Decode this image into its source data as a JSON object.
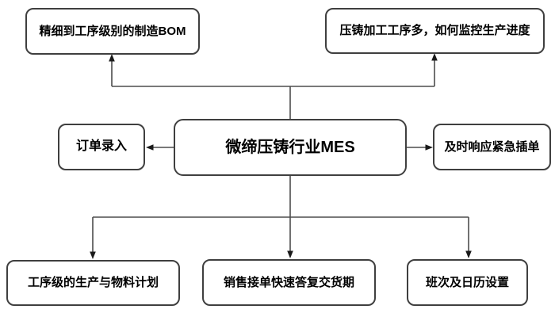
{
  "diagram": {
    "type": "flowchart",
    "center": {
      "label": "微缔压铸行业MES"
    },
    "nodes": {
      "top_left": {
        "label": "精细到工序级别的制造BOM"
      },
      "top_right": {
        "label": "压铸加工工序多，如何监控生产进度"
      },
      "left": {
        "label": "订单录入"
      },
      "right": {
        "label": "及时响应紧急插单"
      },
      "bottom_left": {
        "label": "工序级的生产与物料计划"
      },
      "bottom_mid": {
        "label": "销售接单快速答复交货期"
      },
      "bottom_right": {
        "label": "班次及日历设置"
      }
    },
    "edges": [
      {
        "from": "center",
        "to": "top_left",
        "arrow": "into-target"
      },
      {
        "from": "center",
        "to": "top_right",
        "arrow": "into-target"
      },
      {
        "from": "center",
        "to": "left",
        "arrow": "into-target"
      },
      {
        "from": "center",
        "to": "right",
        "arrow": "into-target"
      },
      {
        "from": "center",
        "to": "bottom_left",
        "arrow": "into-target"
      },
      {
        "from": "center",
        "to": "bottom_mid",
        "arrow": "into-target"
      },
      {
        "from": "center",
        "to": "bottom_right",
        "arrow": "into-target"
      }
    ],
    "colors": {
      "box_border": "#3f3f3f",
      "line": "#4d4d4d",
      "arrowhead": "#1a1a1a",
      "background": "#ffffff",
      "text": "#000000"
    }
  }
}
